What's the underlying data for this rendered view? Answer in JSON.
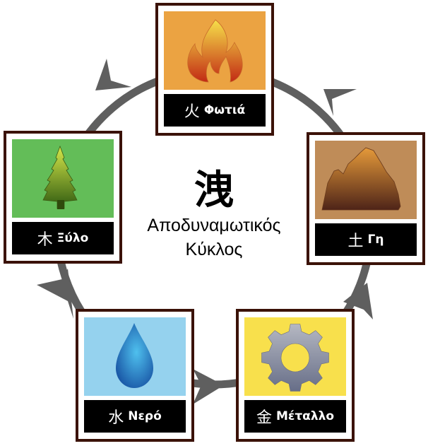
{
  "diagram": {
    "center_character": "洩",
    "title_line1": "Αποδυναμωτικός",
    "title_line2": "Κύκλος",
    "arrow_color": "#5f5f5f",
    "border_color": "#3b1208",
    "elements": [
      {
        "id": "fire",
        "hanzi": "火",
        "name": "Φωτιά",
        "icon": "flame-icon",
        "background": "#eba342"
      },
      {
        "id": "earth",
        "hanzi": "土",
        "name": "Γη",
        "icon": "mountain-icon",
        "background": "#bf8c58"
      },
      {
        "id": "metal",
        "hanzi": "金",
        "name": "Μέταλλο",
        "icon": "gear-icon",
        "background": "#f8e04c"
      },
      {
        "id": "water",
        "hanzi": "水",
        "name": "Νερό",
        "icon": "water-drop-icon",
        "background": "#95d2ee"
      },
      {
        "id": "wood",
        "hanzi": "木",
        "name": "Ξύλο",
        "icon": "tree-icon",
        "background": "#63bd58"
      }
    ],
    "cycle_direction": "fire → wood → water → metal → earth → fire"
  }
}
